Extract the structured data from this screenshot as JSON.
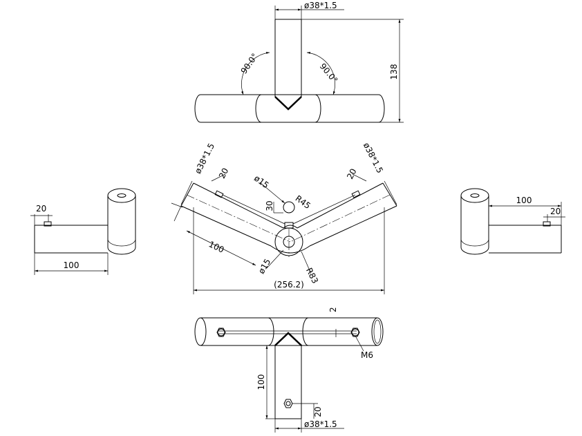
{
  "drawing": {
    "top_view": {
      "diameter": "ø38*1.5",
      "height": "138",
      "angle_left": "90.0°",
      "angle_right": "90.0°"
    },
    "front_view": {
      "diameter_left": "ø38*1.5",
      "diameter_right": "ø38*1.5",
      "offset_left": "20",
      "offset_right": "20",
      "hole_top": "ø15",
      "rise": "30",
      "radius_inner": "R45",
      "arm_length": "100",
      "hole_bottom": "ø15",
      "radius_outer": "R83",
      "overall_width": "(256.2)"
    },
    "left_view": {
      "offset": "20",
      "length": "100"
    },
    "right_view": {
      "length": "100",
      "offset": "20"
    },
    "bottom_view": {
      "gap": "2",
      "bolt": "M6",
      "length": "100",
      "offset": "20",
      "diameter": "ø38*1.5"
    }
  }
}
